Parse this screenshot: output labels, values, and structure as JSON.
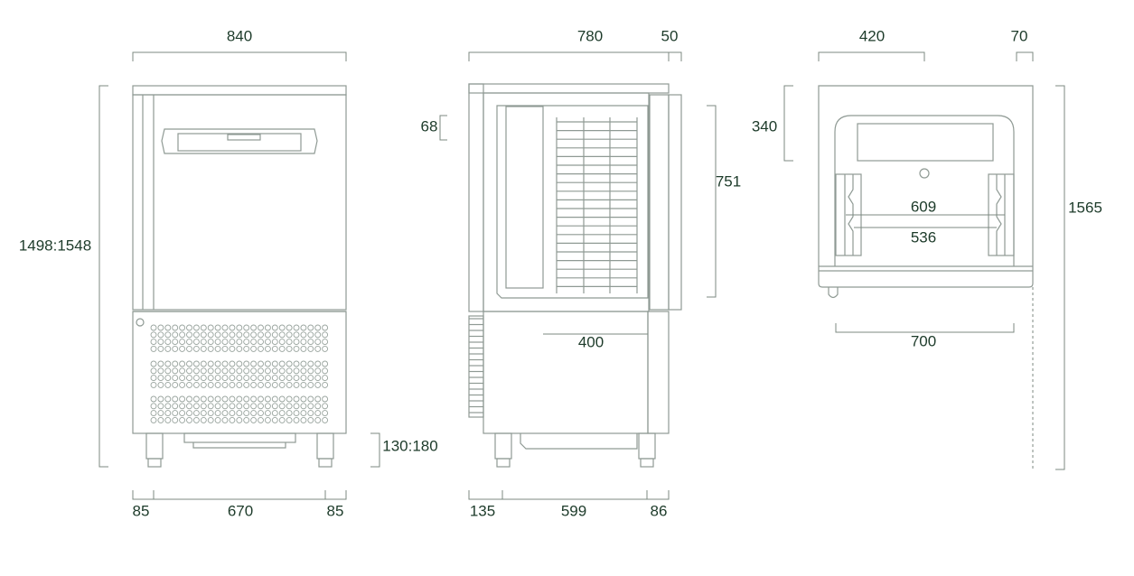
{
  "colors": {
    "dimension_text": "#1d3b2a",
    "outline": "#8f9a94"
  },
  "front_view": {
    "width": "840",
    "height": "1498:1548",
    "leg_height": "130:180",
    "bottom_left": "85",
    "bottom_middle": "670",
    "bottom_right": "85"
  },
  "side_view": {
    "depth": "780",
    "door_depth": "50",
    "offset_top": "68",
    "chamber_height": "751",
    "inner_depth": "400",
    "bottom_left": "135",
    "bottom_middle": "599",
    "bottom_right": "86"
  },
  "open_view": {
    "top_left": "420",
    "top_right": "70",
    "panel_height": "340",
    "total_height": "1565",
    "rail_width_outer": "609",
    "rail_width_inner": "536",
    "inner_width": "700"
  }
}
